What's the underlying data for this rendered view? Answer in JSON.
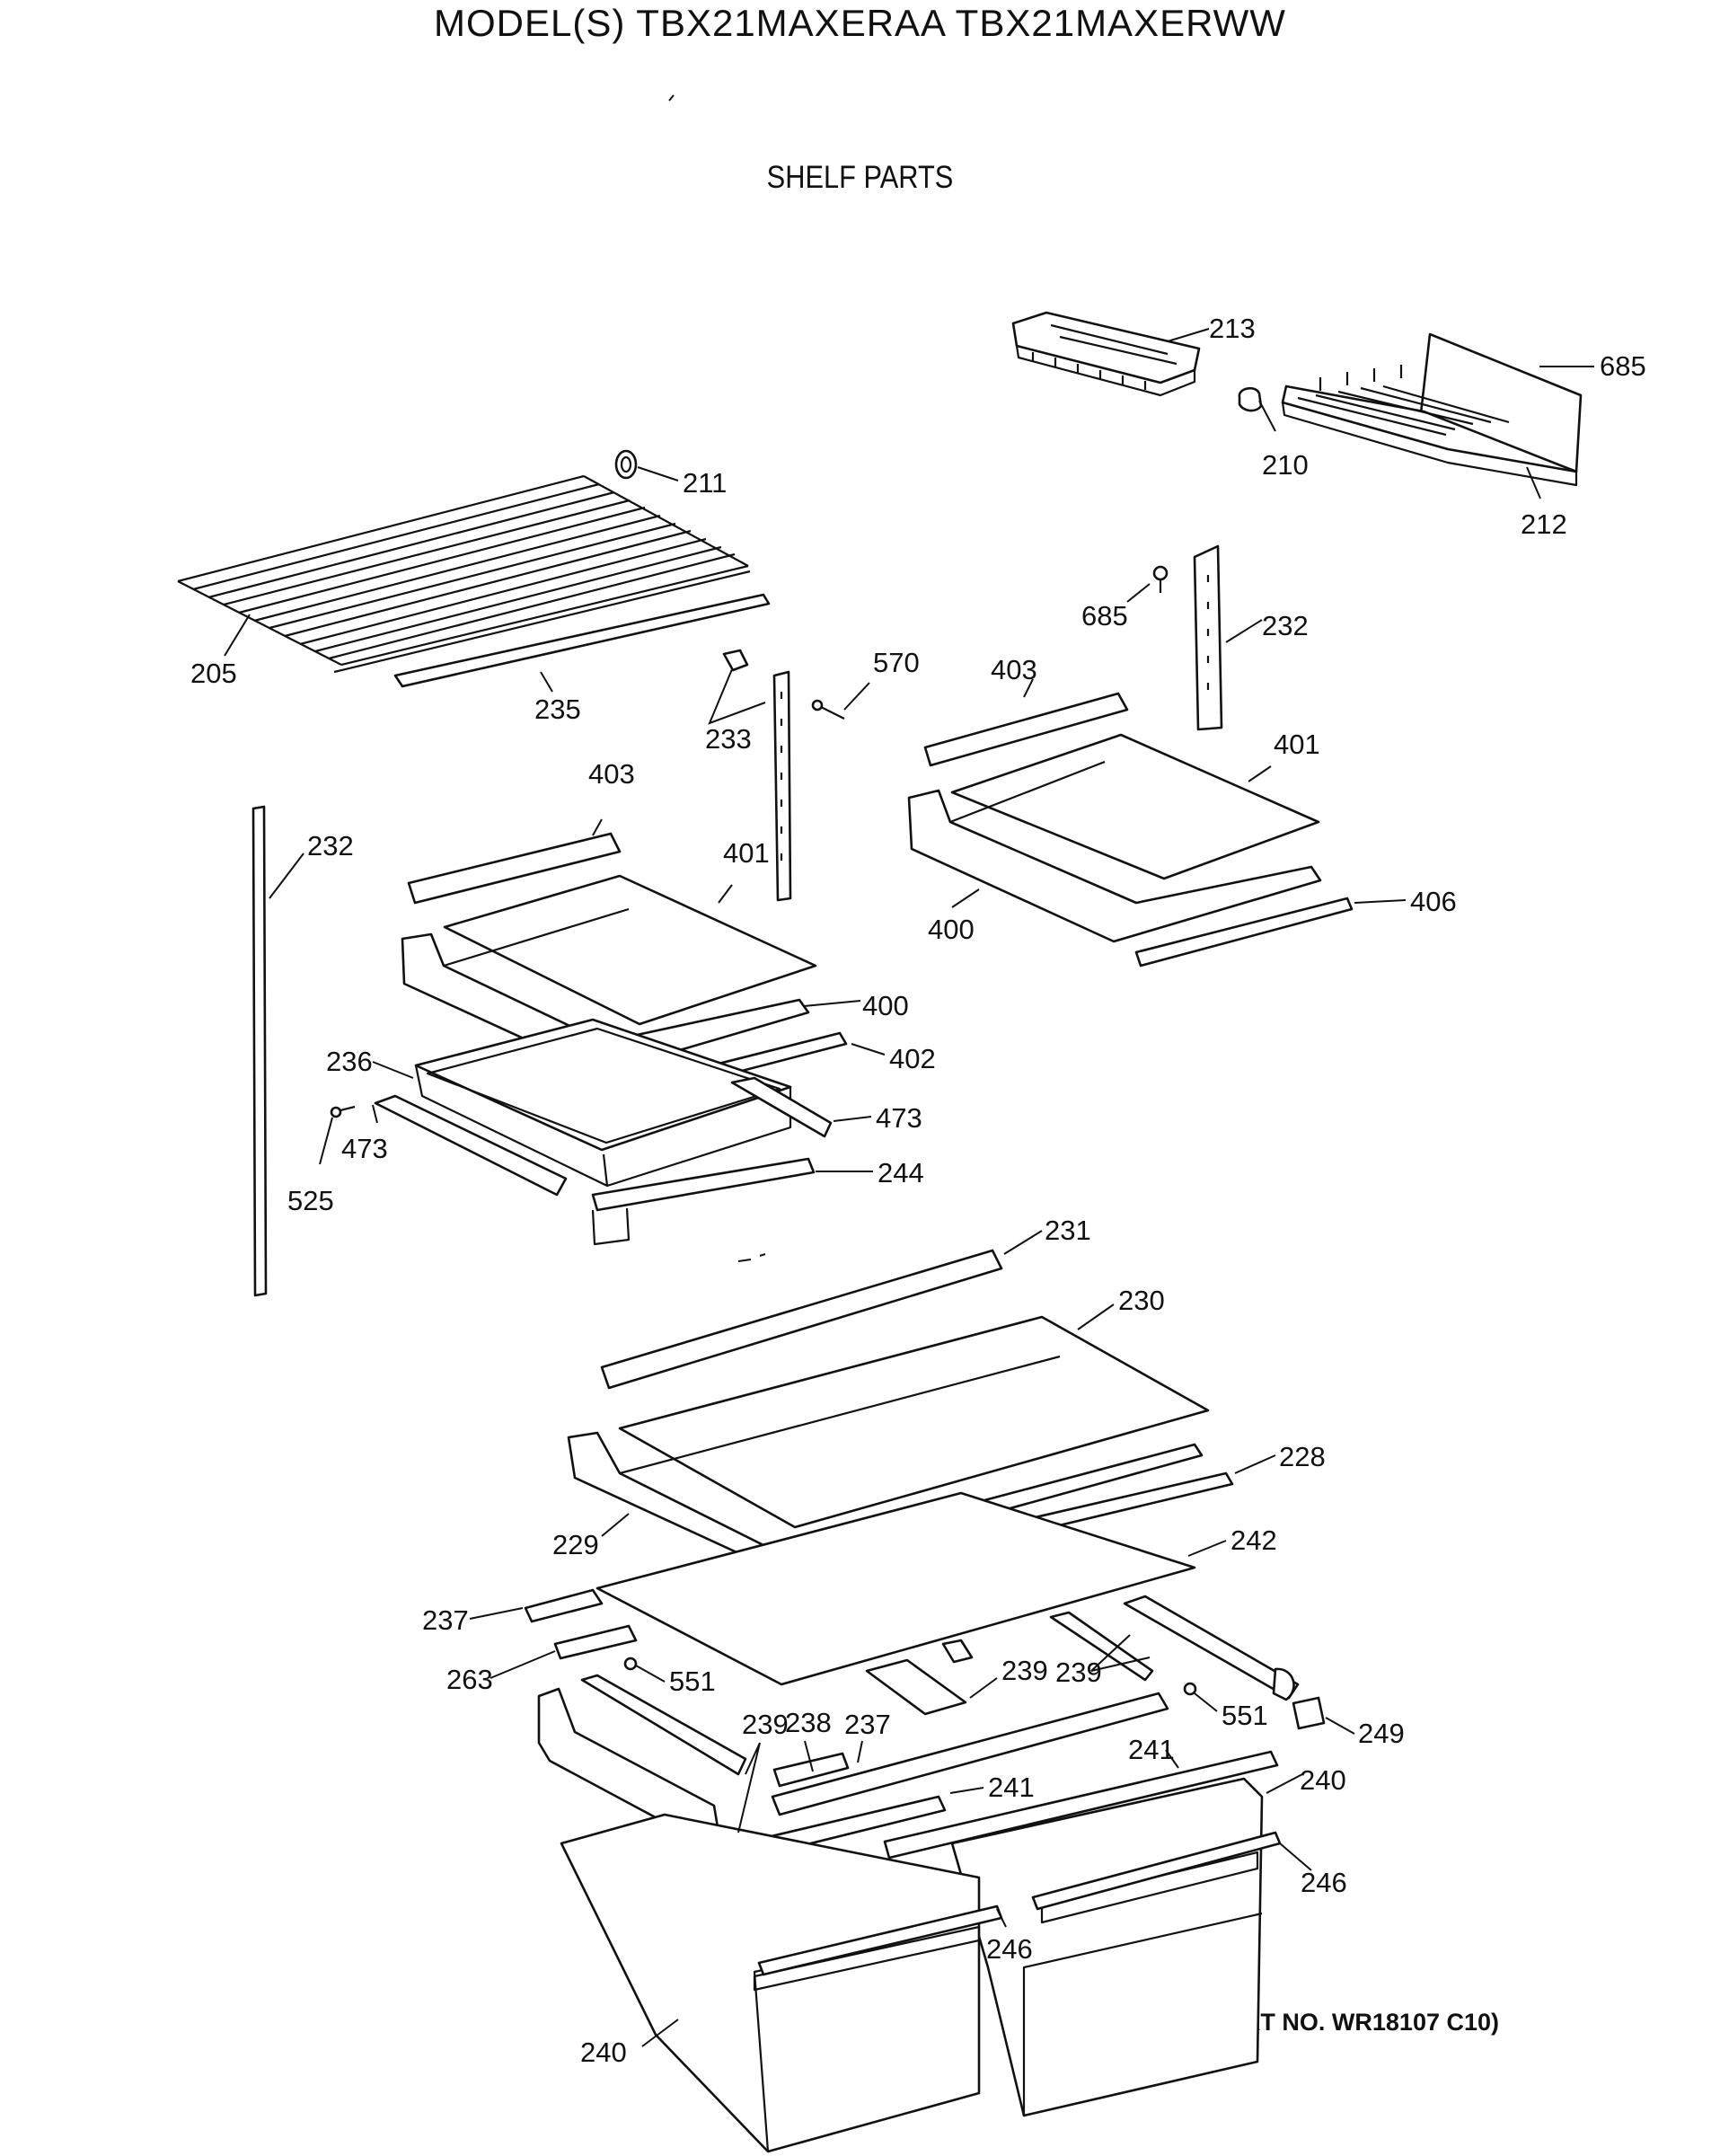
{
  "header": {
    "model_text": "MODEL(S) TBX21MAXERAA  TBX21MAXERWW",
    "section_title": "SHELF PARTS",
    "art_number": "(ART NO. WR18107 C10)"
  },
  "callouts": [
    {
      "id": "213",
      "label": "213"
    },
    {
      "id": "685a",
      "label": "685"
    },
    {
      "id": "210",
      "label": "210"
    },
    {
      "id": "212",
      "label": "212"
    },
    {
      "id": "211",
      "label": "211"
    },
    {
      "id": "205",
      "label": "205"
    },
    {
      "id": "235",
      "label": "235"
    },
    {
      "id": "685b",
      "label": "685"
    },
    {
      "id": "232a",
      "label": "232"
    },
    {
      "id": "570",
      "label": "570"
    },
    {
      "id": "233",
      "label": "233"
    },
    {
      "id": "403a",
      "label": "403"
    },
    {
      "id": "401a",
      "label": "401"
    },
    {
      "id": "406",
      "label": "406"
    },
    {
      "id": "400a",
      "label": "400"
    },
    {
      "id": "232b",
      "label": "232"
    },
    {
      "id": "403b",
      "label": "403"
    },
    {
      "id": "401b",
      "label": "401"
    },
    {
      "id": "400b",
      "label": "400"
    },
    {
      "id": "402",
      "label": "402"
    },
    {
      "id": "236",
      "label": "236"
    },
    {
      "id": "473a",
      "label": "473"
    },
    {
      "id": "473b",
      "label": "473"
    },
    {
      "id": "525",
      "label": "525"
    },
    {
      "id": "244",
      "label": "244"
    },
    {
      "id": "231",
      "label": "231"
    },
    {
      "id": "230",
      "label": "230"
    },
    {
      "id": "228",
      "label": "228"
    },
    {
      "id": "229",
      "label": "229"
    },
    {
      "id": "242",
      "label": "242"
    },
    {
      "id": "237a",
      "label": "237"
    },
    {
      "id": "263",
      "label": "263"
    },
    {
      "id": "551a",
      "label": "551"
    },
    {
      "id": "239a",
      "label": "239"
    },
    {
      "id": "239b",
      "label": "239"
    },
    {
      "id": "551b",
      "label": "551"
    },
    {
      "id": "249",
      "label": "249"
    },
    {
      "id": "238",
      "label": "238"
    },
    {
      "id": "239c",
      "label": "239"
    },
    {
      "id": "237b",
      "label": "237"
    },
    {
      "id": "241a",
      "label": "241"
    },
    {
      "id": "241b",
      "label": "241"
    },
    {
      "id": "240a",
      "label": "240"
    },
    {
      "id": "246a",
      "label": "246"
    },
    {
      "id": "246b",
      "label": "246"
    },
    {
      "id": "240b",
      "label": "240"
    }
  ]
}
